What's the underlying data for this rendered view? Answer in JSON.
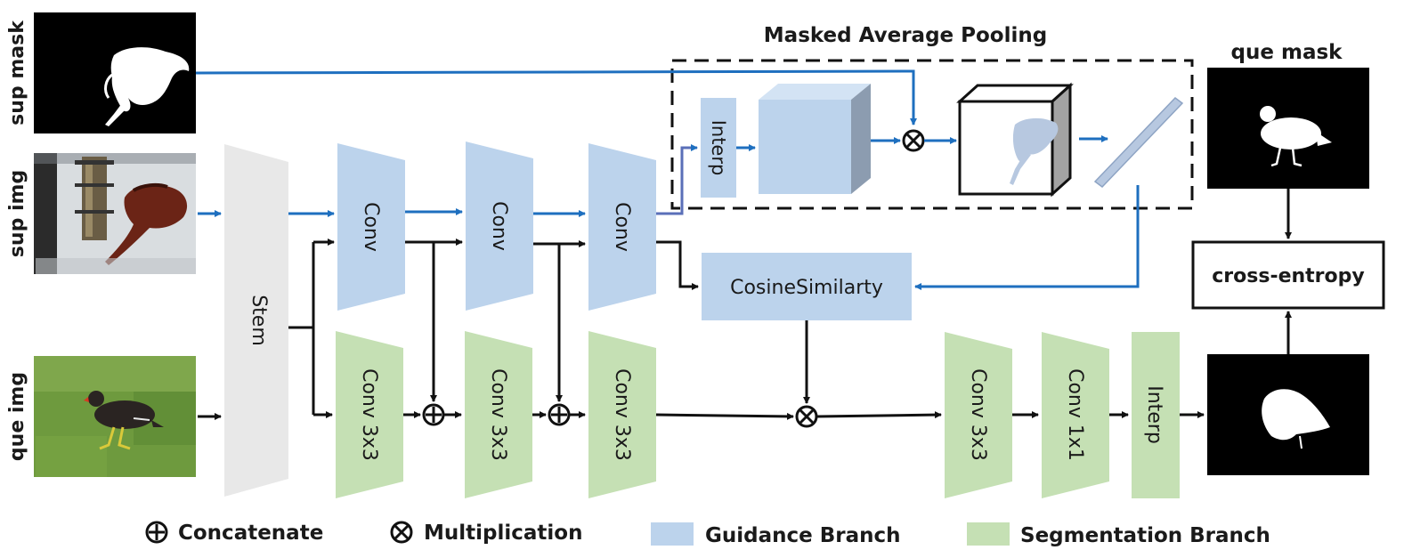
{
  "inputs": {
    "sup_mask": "sup mask",
    "sup_img": "sup img",
    "que_img": "que img"
  },
  "blocks": {
    "stem": "Stem",
    "conv_g1": "Conv",
    "conv_g2": "Conv",
    "conv_g3": "Conv",
    "conv_s1": "Conv 3x3",
    "conv_s2": "Conv 3x3",
    "conv_s3": "Conv 3x3",
    "conv_s4": "Conv 3x3",
    "conv_s5": "Conv 1x1",
    "interp_guidance": "Interp",
    "interp_seg": "Interp",
    "cosine": "CosineSimilarty",
    "cross_entropy": "cross-entropy"
  },
  "map_title": "Masked Average Pooling",
  "que_mask": "que mask",
  "legend": {
    "concat": "Concatenate",
    "mult": "Multiplication",
    "guidance": "Guidance Branch",
    "segmentation": "Segmentation Branch"
  },
  "colors": {
    "guidance_fill": "#bcd3ec",
    "segmentation_fill": "#c5e0b4",
    "stem_fill": "#e8e8e8",
    "blue_arrow": "#1e6fbf",
    "black_arrow": "#111111"
  }
}
